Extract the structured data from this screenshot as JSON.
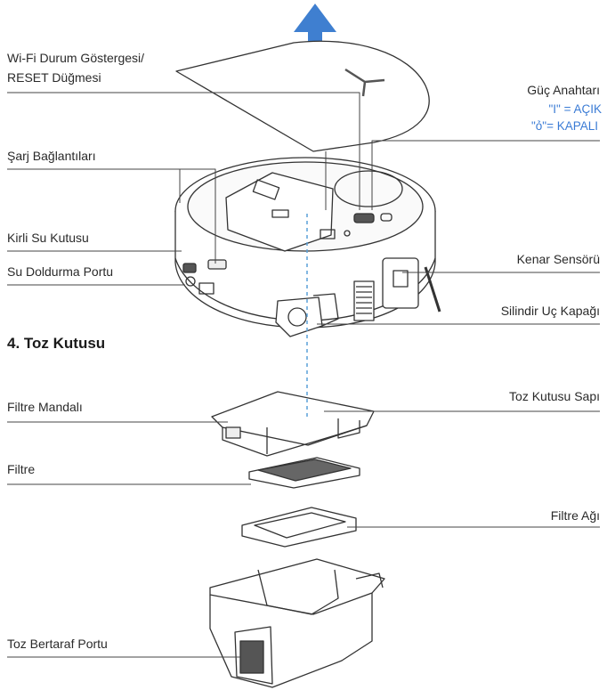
{
  "section_title": "4. Toz Kutusu",
  "labels": {
    "wifi_line1": "Wi-Fi Durum Göstergesi/",
    "wifi_line2": "RESET Düğmesi",
    "power_switch": "Güç Anahtarı",
    "power_on": "\"I\" = AÇIK",
    "power_off": "\"ỏ\"= KAPALI",
    "charge_contacts": "Şarj Bağlantıları",
    "dirty_water": "Kirli Su Kutusu",
    "water_fill_port": "Su Doldurma Portu",
    "edge_sensor": "Kenar Sensörü",
    "roller_cap": "Silindir Uç Kapağı",
    "bin_handle": "Toz Kutusu Sapı",
    "filter_latch": "Filtre Mandalı",
    "filter": "Filtre",
    "filter_mesh": "Filtre Ağı",
    "disposal_port": "Toz Bertaraf Portu"
  },
  "colors": {
    "arrow": "#3f7fd0",
    "accent_text": "#3a7bd5",
    "line": "#333333",
    "dashed": "#5aa0d8"
  },
  "icons": [
    "up-arrow-icon"
  ]
}
